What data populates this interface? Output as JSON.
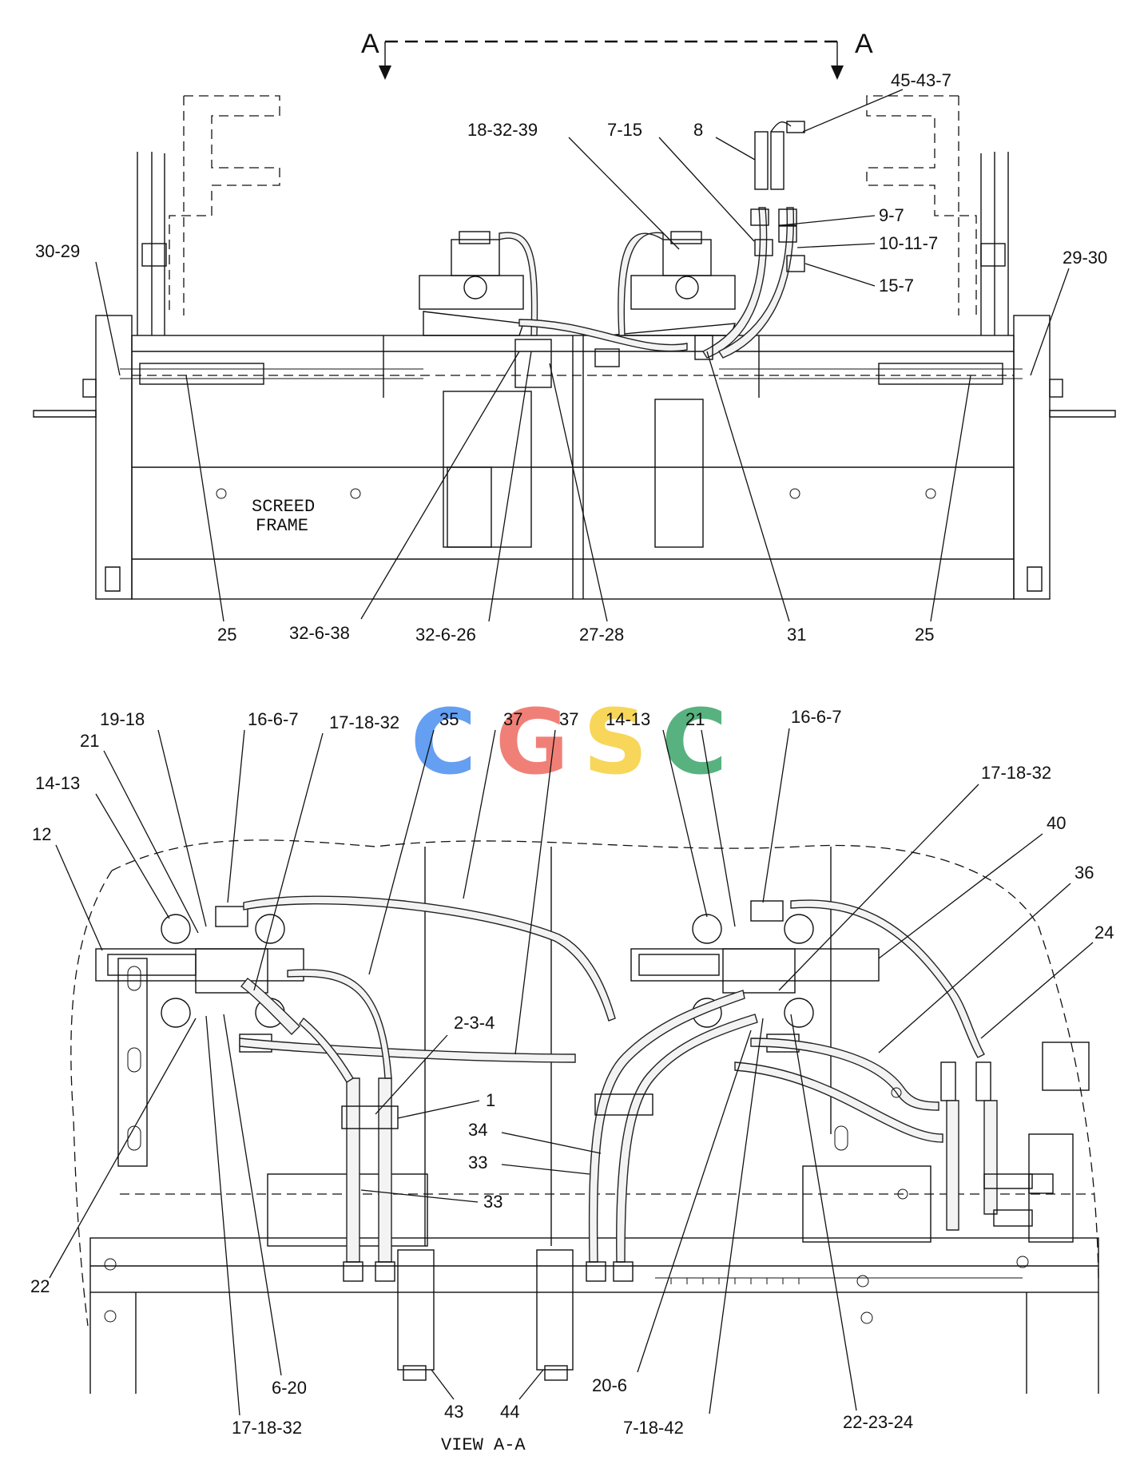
{
  "section_marks": {
    "left": "A",
    "right": "A"
  },
  "top_view": {
    "frame_label_line1": "SCREED",
    "frame_label_line2": "FRAME",
    "callouts": {
      "c_45_43_7": "45-43-7",
      "c_18_32_39": "18-32-39",
      "c_7_15": "7-15",
      "c_8": "8",
      "c_9_7": "9-7",
      "c_10_11_7": "10-11-7",
      "c_15_7": "15-7",
      "c_30_29": "30-29",
      "c_29_30": "29-30",
      "c_25_left": "25",
      "c_32_6_38": "32-6-38",
      "c_32_6_26": "32-6-26",
      "c_27_28": "27-28",
      "c_31": "31",
      "c_25_right": "25"
    }
  },
  "view_aa": {
    "caption": "VIEW A-A",
    "callouts": {
      "c_19_18": "19-18",
      "c_16_6_7_left": "16-6-7",
      "c_17_18_32_top": "17-18-32",
      "c_35": "35",
      "c_37_a": "37",
      "c_37_b": "37",
      "c_14_13_right": "14-13",
      "c_21_right": "21",
      "c_16_6_7_right": "16-6-7",
      "c_21_left": "21",
      "c_14_13_left": "14-13",
      "c_17_18_32_right": "17-18-32",
      "c_12": "12",
      "c_40": "40",
      "c_36": "36",
      "c_24": "24",
      "c_2_3_4": "2-3-4",
      "c_1": "1",
      "c_34": "34",
      "c_33_a": "33",
      "c_33_b": "33",
      "c_22": "22",
      "c_6_20": "6-20",
      "c_43": "43",
      "c_44": "44",
      "c_20_6": "20-6",
      "c_17_18_32_bottom": "17-18-32",
      "c_7_18_42": "7-18-42",
      "c_22_23_24": "22-23-24"
    }
  },
  "watermark": {
    "letters": [
      "C",
      "G",
      "S",
      "C"
    ],
    "colors": [
      "#4a8ff0",
      "#ee6b60",
      "#f6cf3d",
      "#3aa569"
    ]
  }
}
